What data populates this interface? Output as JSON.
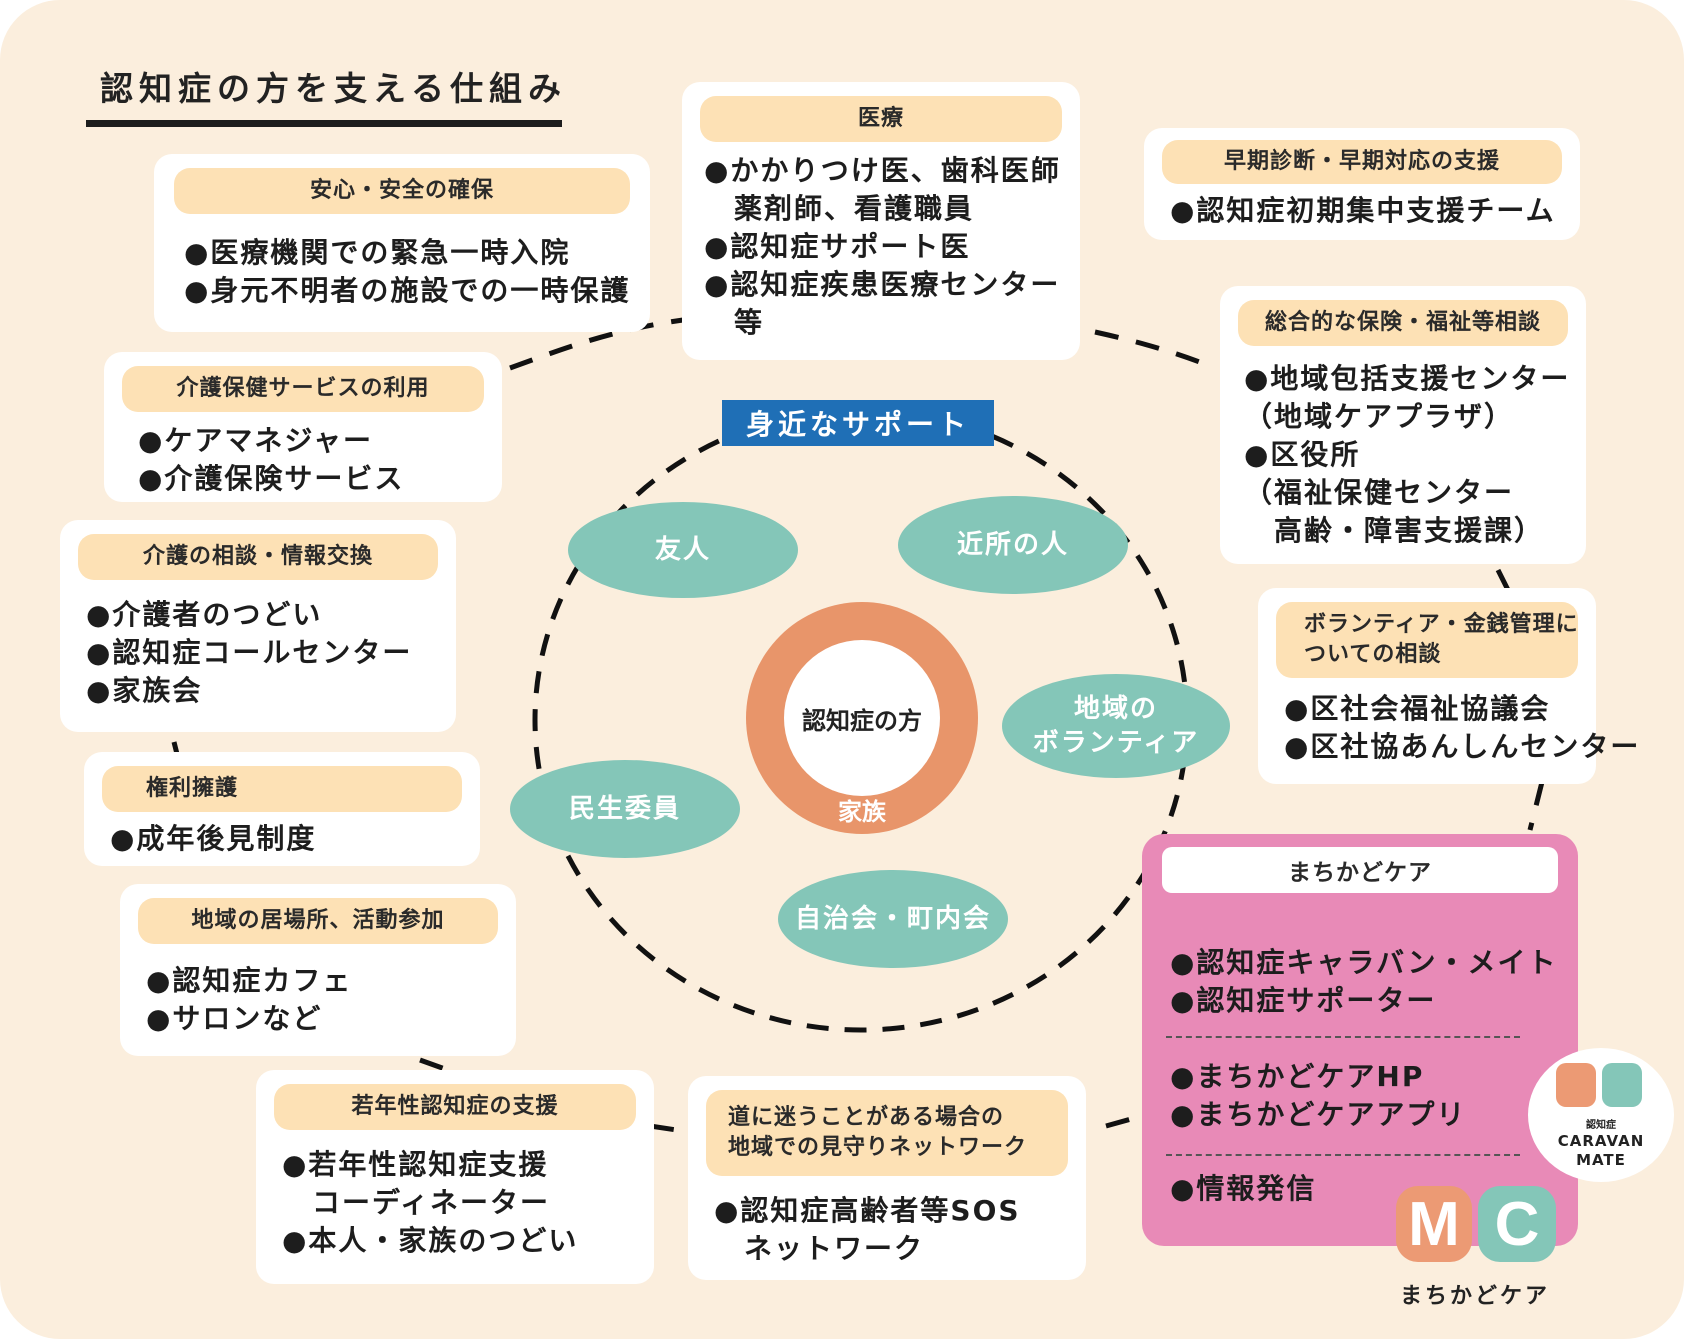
{
  "title": "認知症の方を支える仕組み",
  "core": {
    "label": "身近なサポート",
    "center": "認知症の方",
    "center_sub": "家族",
    "supporters": [
      "友人",
      "近所の人",
      "地域の\nボランティア",
      "民生委員",
      "自治会・町内会"
    ]
  },
  "cards": {
    "anshin": {
      "heading": "安心・安全の確保",
      "items": [
        "●医療機関での緊急一時入院",
        "●身元不明者の施設での一時保護"
      ]
    },
    "iryo": {
      "heading": "医療",
      "items": [
        "●かかりつけ医、歯科医師",
        "　薬剤師、看護職員",
        "●認知症サポート医",
        "●認知症疾患医療センター",
        "　等"
      ]
    },
    "soki": {
      "heading": "早期診断・早期対応の支援",
      "items": [
        "●認知症初期集中支援チーム"
      ]
    },
    "sogo": {
      "heading": "総合的な保険・福祉等相談",
      "items": [
        "●地域包括支援センター",
        "（地域ケアプラザ）",
        "●区役所",
        "（福祉保健センター",
        "　高齢・障害支援課）"
      ]
    },
    "volunteer": {
      "heading": "ボランティア・金銭管理に\nついての相談",
      "items": [
        "●区社会福祉協議会",
        "●区社協あんしんセンター"
      ]
    },
    "kaigo_hoken": {
      "heading": "介護保健サービスの利用",
      "items": [
        "●ケアマネジャー",
        "●介護保険サービス"
      ]
    },
    "kaigo_sodan": {
      "heading": "介護の相談・情報交換",
      "items": [
        "●介護者のつどい",
        "●認知症コールセンター",
        "●家族会"
      ]
    },
    "kenri": {
      "heading": "権利擁護",
      "items": [
        "●成年後見制度"
      ]
    },
    "ibasho": {
      "heading": "地域の居場所、活動参加",
      "items": [
        "●認知症カフェ",
        "●サロンなど"
      ]
    },
    "jakunen": {
      "heading": "若年性認知症の支援",
      "items": [
        "●若年性認知症支援",
        "　コーディネーター",
        "●本人・家族のつどい"
      ]
    },
    "mimamori": {
      "heading": "道に迷うことがある場合の\n地域での見守りネットワーク",
      "items": [
        "●認知症高齢者等SOS",
        "　ネットワーク"
      ]
    }
  },
  "machikado": {
    "heading": "まちかどケア",
    "group1": [
      "●認知症キャラバン・メイト",
      "●認知症サポーター"
    ],
    "group2": [
      "●まちかどケアHP",
      "●まちかどケアアプリ"
    ],
    "group3": [
      "●情報発信"
    ],
    "badge_small": "認知症",
    "badge_text": "CARAVAN\nMATE",
    "logo_m": "M",
    "logo_c": "C",
    "logo_label": "まちかどケア"
  },
  "colors": {
    "background": "#fbeedd",
    "card": "#ffffff",
    "heading_band": "#fde1b5",
    "label_blue": "#1f6fb6",
    "teal": "#84c6b8",
    "orange_ring": "#e8956a",
    "pink_panel": "#e88ab7"
  }
}
